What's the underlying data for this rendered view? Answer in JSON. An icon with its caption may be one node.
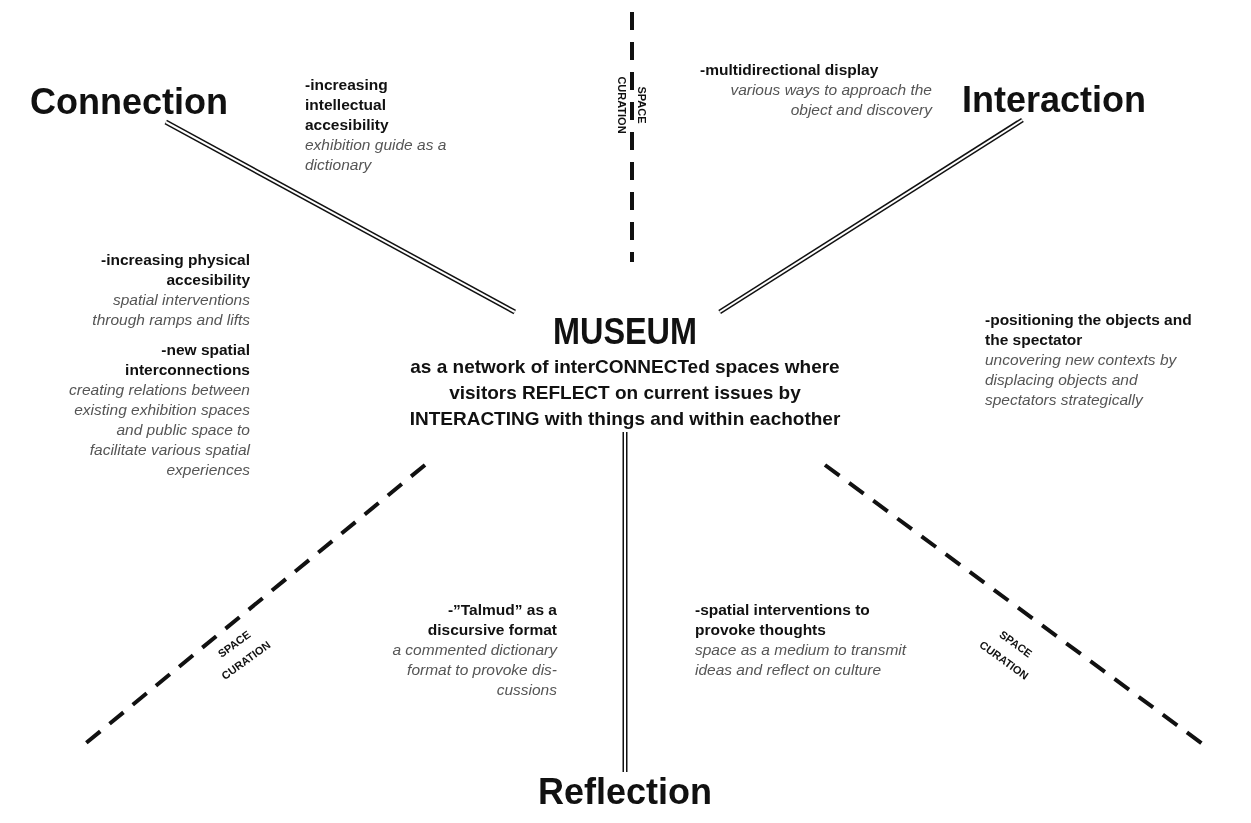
{
  "diagram": {
    "nodes": [
      {
        "text": [
          "MUSEUM",
          "as a network of interCONNECTed spaces where visitors REFLECT on current issues by INTERACTING with things and within eachother"
        ]
      },
      {
        "text": [
          "Connection"
        ]
      },
      {
        "text": [
          "Interaction"
        ]
      },
      {
        "text": [
          "Reflection"
        ]
      }
    ],
    "edges": [
      {
        "from": 0,
        "to": 1,
        "arrow": "none"
      },
      {
        "from": 0,
        "to": 2,
        "arrow": "none"
      },
      {
        "from": 0,
        "to": 3,
        "arrow": "none"
      }
    ],
    "labels": [
      "-increasing intellectual accesibility",
      "exhibition guide as a dictionary",
      "SPACE CURATION",
      "-multidirectional display",
      "various ways to approach the object and discovery",
      "-increasing physical accesibility",
      "spatial interventions through ramps and lifts",
      "-positioning the objects and the spectator",
      "uncovering new contexts by displacing objects and spectators strategically",
      "-new spatial interconnections",
      "creating relations between existing exhibition spaces and public space to facilitate various spatial experiences",
      "SPACE CURATION",
      "-”Talmud” as a discursive format",
      "a commented dictionary format to provoke dis-cussions",
      "-spatial interventions to provoke thoughts",
      "space as a medium to transmit ideas and reflect on culture",
      "SPACE CURATION"
    ]
  }
}
